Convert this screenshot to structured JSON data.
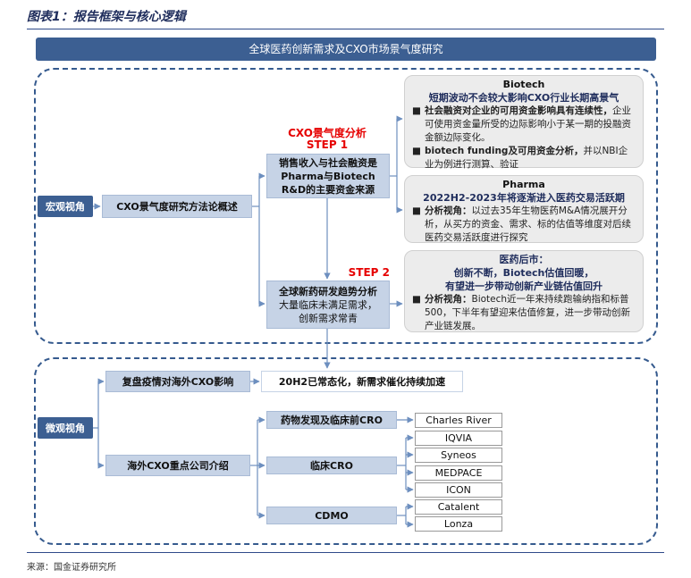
{
  "figure_title": "图表1：报告框架与核心逻辑",
  "banner": "全球医药创新需求及CXO市场景气度研究",
  "macro": {
    "label": "宏观视角",
    "method": "CXO景气度研究方法论概述",
    "step1_title": "CXO景气度分析",
    "step1": "STEP 1",
    "step1_box": [
      "销售收入与社会融资是",
      "Pharma与Biotech",
      "R&D的主要资金来源"
    ],
    "step2": "STEP 2",
    "step2_box_title": "全球新药研发趋势分析",
    "step2_box_lines": [
      "大量临床未满足需求，",
      "创新需求常青"
    ],
    "card_biotech": {
      "name": "Biotech",
      "headline": "短期波动不会较大影响CXO行业长期高景气",
      "b1_bold": "社会融资对企业的可用资金影响具有连续性，",
      "b1_text": "企业可使用资金量所受的边际影响小于某一期的投融资金额边际变化。",
      "b2_bold": "biotech funding及可用资金分析，",
      "b2_text": "并以NBI企业为例进行测算、验证"
    },
    "card_pharma": {
      "name": "Pharma",
      "headline": "2022H2-2023年将逐渐进入医药交易活跃期",
      "b1_bold": "分析视角：",
      "b1_text": "以过去35年生物医药M&A情况展开分析，从买方的资金、需求、标的估值等维度对后续医药交易活跃度进行探究"
    },
    "card_market": {
      "title": "医药后市：",
      "line1": "创新不断，Biotech估值回暖，",
      "line2": "有望进一步带动创新产业链估值回升",
      "b1_bold": "分析视角：",
      "b1_text": "Biotech近一年来持续跑输纳指和标普500，下半年有望迎来估值修复，进一步带动创新产业链发展。"
    }
  },
  "micro": {
    "label": "微观视角",
    "review": "复盘疫情对海外CXO影响",
    "review_result": "20H2已常态化，新需求催化持续加速",
    "overseas": "海外CXO重点公司介绍",
    "categories": [
      "药物发现及临床前CRO",
      "临床CRO",
      "CDMO"
    ],
    "companies": {
      "discovery": [
        "Charles River"
      ],
      "clinical": [
        "IQVIA",
        "Syneos",
        "MEDPACE",
        "ICON"
      ],
      "cdmo": [
        "Catalent",
        "Lonza"
      ]
    }
  },
  "source": "来源：国金证券研究所"
}
